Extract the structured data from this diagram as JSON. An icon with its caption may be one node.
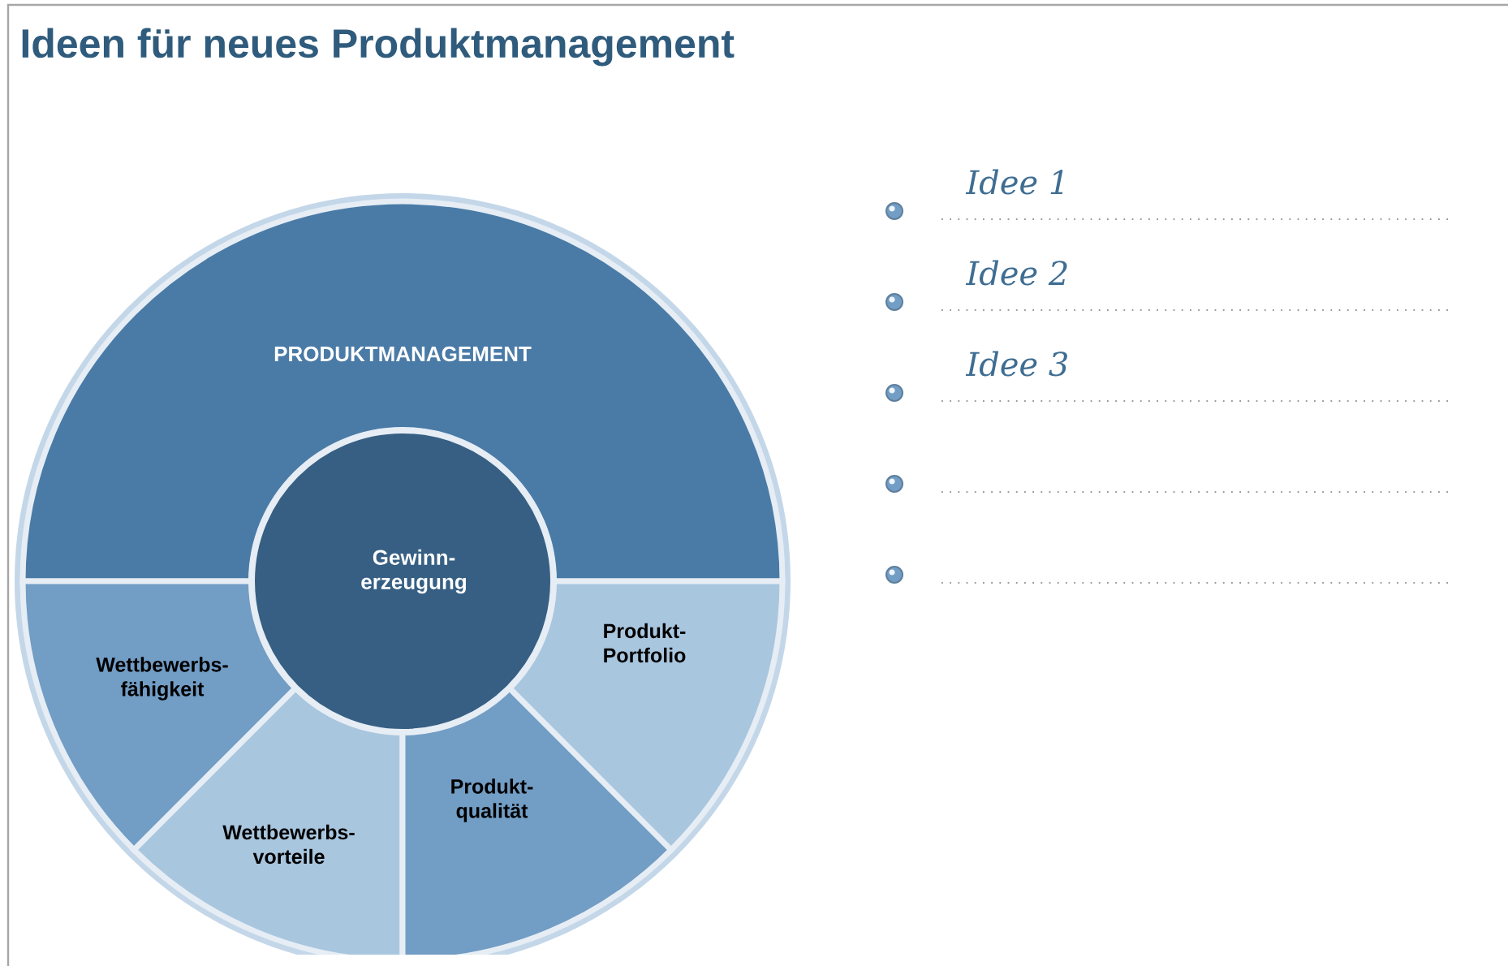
{
  "diagram": {
    "title": "Ideen für neues Produktmanagement",
    "nodes": [
      {
        "text": [
          "PRODUKTMANAGEMENT"
        ]
      },
      {
        "text": [
          "Gewinn- erzeugung"
        ]
      },
      {
        "text": [
          "Wettbewerbs- fähigkeit"
        ]
      },
      {
        "text": [
          "Wettbewerbs- vorteile"
        ]
      },
      {
        "text": [
          "Produkt- qualität"
        ]
      },
      {
        "text": [
          "Produkt- Portfolio"
        ]
      }
    ],
    "labels": [
      "Idee 1",
      "Idee 2",
      "Idee 3"
    ]
  }
}
